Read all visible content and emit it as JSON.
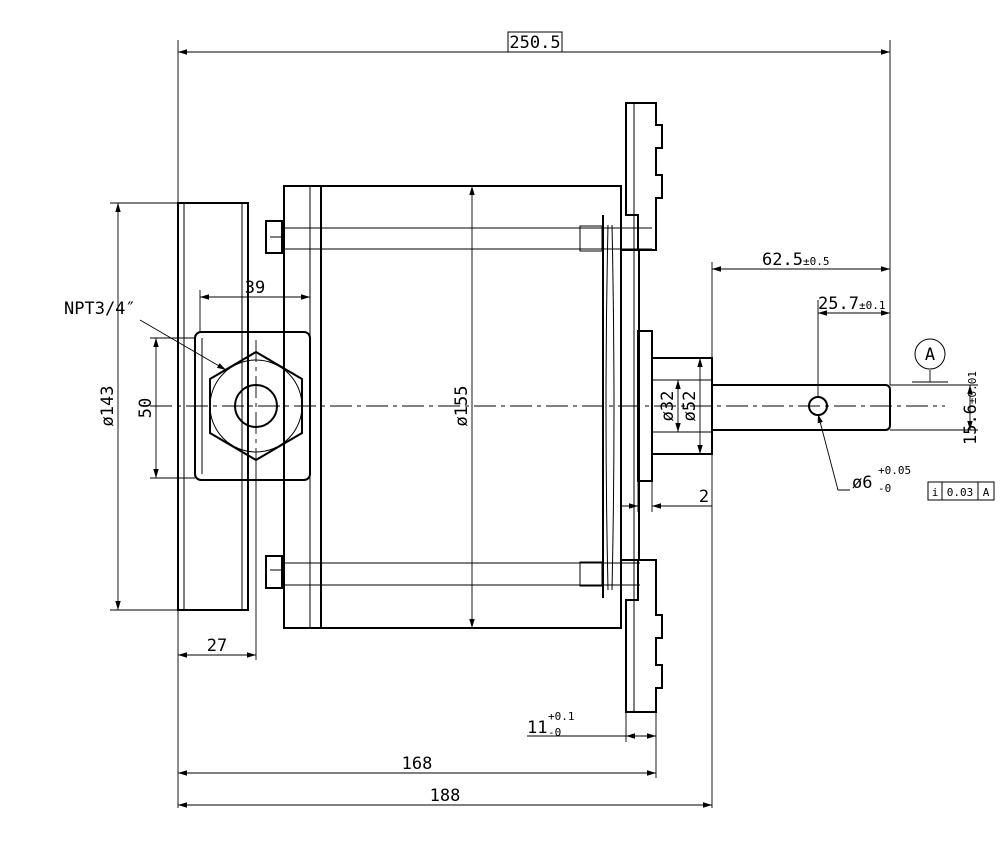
{
  "title": "",
  "dimensions": {
    "overall_length": "250.5",
    "shaft_length": "62.5",
    "shaft_length_tol": "±0.5",
    "pin_hole_position": "25.7",
    "pin_hole_position_tol": "±0.1",
    "npt_port": "NPT3/4″",
    "port_offset": "39",
    "hex_size": "50",
    "end_cap_diameter": "ø143",
    "body_diameter": "ø155",
    "pilot_inner_diameter": "ø32",
    "pilot_outer_diameter": "ø52",
    "pilot_depth": "2",
    "shaft_diameter": "15.6",
    "shaft_diameter_tol": "±0.01",
    "pin_hole_diameter": "ø6",
    "pin_hole_tol_upper": "+0.05",
    "pin_hole_tol_lower": "-0",
    "cap_offset": "27",
    "flange_thickness": "11",
    "flange_tol_upper": "+0.1",
    "flange_tol_lower": "-0",
    "body_length": "168",
    "total_body_length": "188"
  },
  "datum": {
    "label": "A"
  },
  "tolerance_frame": {
    "symbol": "i",
    "value": "0.03",
    "datum": "A"
  }
}
